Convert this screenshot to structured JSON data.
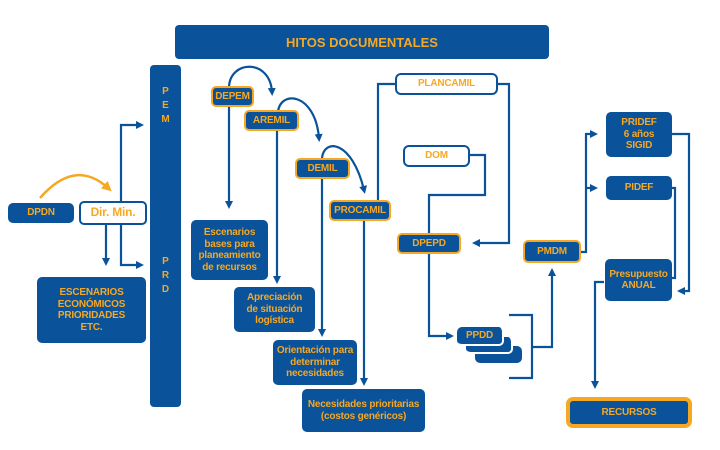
{
  "header": {
    "title": "HITOS DOCUMENTALES"
  },
  "pillar": {
    "top_letters": [
      "P",
      "E",
      "M"
    ],
    "bottom_letters": [
      "P",
      "R",
      "D"
    ]
  },
  "nodes": {
    "dpdn": "DPDN",
    "dir_min": "Dir. Min.",
    "escenarios_economicos": [
      "ESCENARIOS",
      "ECONÓMICOS",
      "PRIORIDADES",
      "ETC."
    ],
    "depem": "DEPEM",
    "aremil": "AREMIL",
    "demil": "DEMIL",
    "procamil": "PROCAMIL",
    "escenarios_bases": [
      "Escenarios",
      "bases para",
      "planeamiento",
      "de recursos"
    ],
    "apreciacion": [
      "Apreciación",
      "de situación",
      "logística"
    ],
    "orientacion": [
      "Orientación para",
      "determinar",
      "necesidades"
    ],
    "necesidades": [
      "Necesidades prioritarias",
      "(costos genéricos)"
    ],
    "plancamil": "PLANCAMIL",
    "dom": "DOM",
    "dpepd": "DPEPD",
    "ppdd": "PPDD",
    "pmdm": "PMDM",
    "pridef": [
      "PRIDEF",
      "6 años",
      "SIGID"
    ],
    "pidef": "PIDEF",
    "presupuesto": [
      "Presupuesto",
      "ANUAL"
    ],
    "recursos": "RECURSOS"
  },
  "colors": {
    "primary_blue": "#0a5299",
    "accent_orange": "#f7a823",
    "background": "#ffffff"
  }
}
